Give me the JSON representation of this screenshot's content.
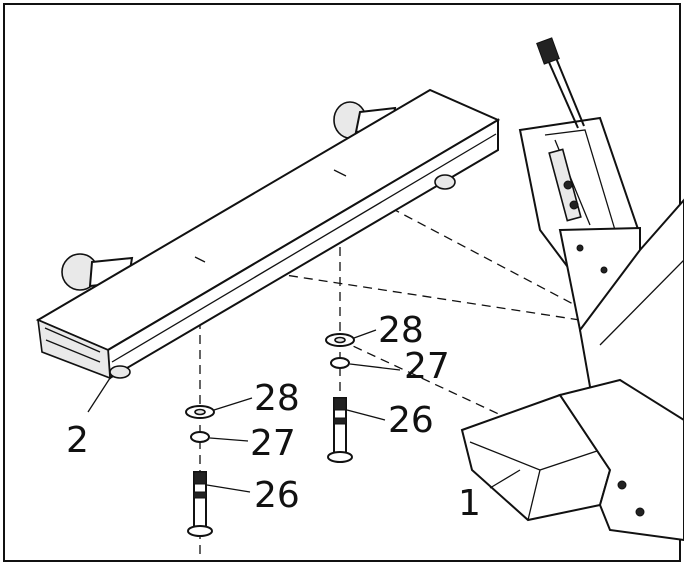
{
  "callouts": [
    {
      "id": "part-1",
      "text": "1"
    },
    {
      "id": "part-2",
      "text": "2"
    },
    {
      "id": "washer-28-left",
      "text": "28"
    },
    {
      "id": "lockwasher-27-left",
      "text": "27"
    },
    {
      "id": "bolt-26-left",
      "text": "26"
    },
    {
      "id": "washer-28-right",
      "text": "28"
    },
    {
      "id": "lockwasher-27-right",
      "text": "27"
    },
    {
      "id": "bolt-26-right",
      "text": "26"
    }
  ]
}
